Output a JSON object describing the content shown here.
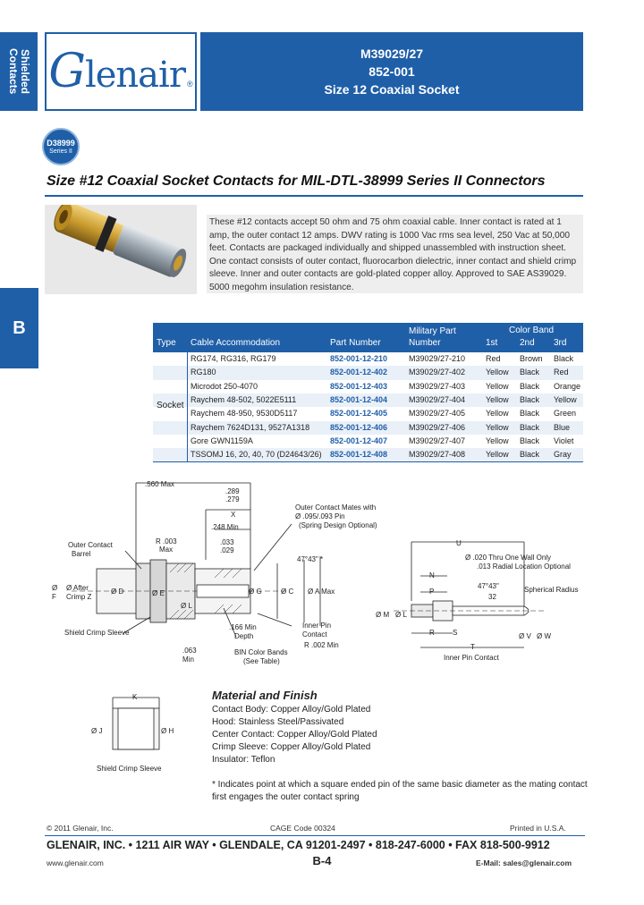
{
  "header": {
    "side_tab": "Shielded\nContacts",
    "logo": "Glenair",
    "line1": "M39029/27",
    "line2": "852-001",
    "line3": "Size 12 Coaxial Socket"
  },
  "badge": {
    "line1": "D38999",
    "line2": "Series II"
  },
  "section_tab": "B",
  "title": "Size #12 Coaxial Socket Contacts for MIL-DTL-38999 Series II Connectors",
  "description": "These #12 contacts accept 50 ohm and 75 ohm coaxial cable. Inner contact is rated at 1 amp, the outer contact 12 amps. DWV rating is 1000 Vac rms sea level, 250 Vac at 50,000 feet. Contacts are packaged individually and shipped unassembled with instruction sheet. One contact consists of outer contact, fluorocarbon dielectric, inner contact and shield crimp sleeve. Inner and outer contacts are gold-plated copper alloy. Approved to SAE AS39029. 5000 megohm insulation resistance.",
  "table": {
    "headers": {
      "type": "Type",
      "cable": "Cable Accommodation",
      "part": "Part Number",
      "mil1": "Military Part",
      "mil2": "Number",
      "color": "Color Band",
      "c1": "1st",
      "c2": "2nd",
      "c3": "3rd"
    },
    "type_value": "Socket",
    "rows": [
      {
        "cable": "RG174, RG316, RG179",
        "part": "852-001-12-210",
        "mil": "M39029/27-210",
        "c1": "Red",
        "c2": "Brown",
        "c3": "Black"
      },
      {
        "cable": "RG180",
        "part": "852-001-12-402",
        "mil": "M39029/27-402",
        "c1": "Yellow",
        "c2": "Black",
        "c3": "Red"
      },
      {
        "cable": "Microdot 250-4070",
        "part": "852-001-12-403",
        "mil": "M39029/27-403",
        "c1": "Yellow",
        "c2": "Black",
        "c3": "Orange"
      },
      {
        "cable": "Raychem 48-502, 5022E5111",
        "part": "852-001-12-404",
        "mil": "M39029/27-404",
        "c1": "Yellow",
        "c2": "Black",
        "c3": "Yellow"
      },
      {
        "cable": "Raychem 48-950, 9530D5117",
        "part": "852-001-12-405",
        "mil": "M39029/27-405",
        "c1": "Yellow",
        "c2": "Black",
        "c3": "Green"
      },
      {
        "cable": "Raychem 7624D131, 9527A1318",
        "part": "852-001-12-406",
        "mil": "M39029/27-406",
        "c1": "Yellow",
        "c2": "Black",
        "c3": "Blue"
      },
      {
        "cable": "Gore GWN1159A",
        "part": "852-001-12-407",
        "mil": "M39029/27-407",
        "c1": "Yellow",
        "c2": "Black",
        "c3": "Violet"
      },
      {
        "cable": "TSSOMJ 16, 20, 40, 70 (D24643/26)",
        "part": "852-001-12-408",
        "mil": "M39029/27-408",
        "c1": "Yellow",
        "c2": "Black",
        "c3": "Gray"
      }
    ]
  },
  "diagram": {
    "l560": ".560 Max",
    "l289": ".289",
    "l279": ".279",
    "lx": "X",
    "l248": ".248 Min",
    "l033": ".033",
    "l029": ".029",
    "lr003": "R .003",
    "lmax": "Max",
    "outer_mates1": "Outer Contact Mates with",
    "outer_mates2": "Ø .095/.093 Pin",
    "outer_mates3": "(Spring Design Optional)",
    "angle": "47°43\" *",
    "outer_barrel1": "Outer Contact",
    "outer_barrel2": "Barrel",
    "phi": "Ø",
    "lf": "F",
    "after1": "Ø After",
    "after2": "Crimp Z",
    "ld": "Ø D",
    "lg": "Ø G",
    "lc": "Ø C",
    "la": "Ø A Max",
    "le": "Ø E",
    "ll": "Ø L",
    "shield_sleeve": "Shield Crimp Sleeve",
    "l166": ".166 Min",
    "depth": "Depth",
    "l063": ".063",
    "min": "Min",
    "bin1": "BIN Color Bands",
    "bin2": "(See Table)",
    "inner1": "Inner Pin",
    "inner2": "Contact",
    "r002": "R .002 Min",
    "lu": "U",
    "wall1": "Ø .020 Thru One Wall Only",
    "wall2": ".013 Radial Location Optional",
    "ln": "N",
    "angle2": "47°43\"",
    "l32": "32",
    "spherical": "Spherical Radius",
    "lp": "P",
    "lm": "Ø M",
    "ll2": "Ø L",
    "lr": "R",
    "ls": "S",
    "lt": "T",
    "lv": "Ø V",
    "lw": "Ø W",
    "inner_caption": "Inner Pin Contact",
    "lk": "K",
    "lj": "Ø J",
    "lh": "Ø H",
    "sleeve_caption": "Shield Crimp Sleeve"
  },
  "materials": {
    "title": "Material and Finish",
    "items": [
      "Contact Body: Copper Alloy/Gold Plated",
      "Hood: Stainless Steel/Passivated",
      "Center Contact: Copper Alloy/Gold Plated",
      "Crimp Sleeve: Copper Alloy/Gold Plated",
      "Insulator: Teflon"
    ],
    "footnote": "*  Indicates point at which a square ended pin of the same basic diameter as the mating contact first engages the outer contact spring"
  },
  "footer": {
    "copyright": "© 2011 Glenair, Inc.",
    "cage": "CAGE Code 00324",
    "printed": "Printed in U.S.A.",
    "address": "GLENAIR, INC. • 1211 AIR WAY • GLENDALE, CA 91201-2497 • 818-247-6000 • FAX 818-500-9912",
    "web": "www.glenair.com",
    "page": "B-4",
    "email": "E-Mail: sales@glenair.com"
  },
  "colors": {
    "brand_blue": "#1f5fa8",
    "gold": "#c99a2e",
    "steel": "#9aa4ad"
  }
}
